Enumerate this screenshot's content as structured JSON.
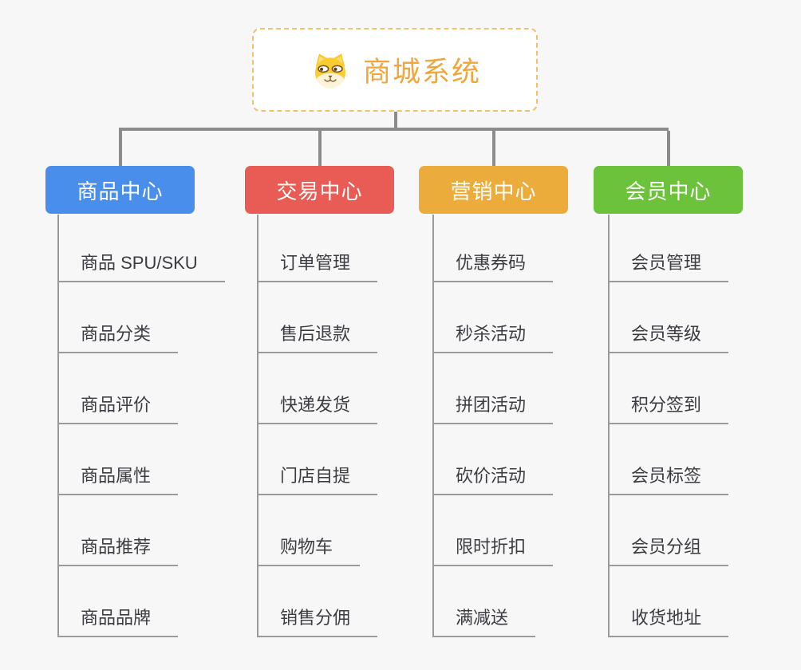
{
  "background_color": "#F7F7F7",
  "connector_color": "#8C8C8C",
  "leaf_line_color": "#9A9A9A",
  "leaf_text_color": "#3C3C43",
  "root": {
    "label": "商城系统",
    "icon": "dog-face-icon",
    "accent_color": "#F0A63C",
    "border_color": "#F3C06C"
  },
  "branches": [
    {
      "label": "商品中心",
      "color": "#4A8EEC",
      "items": [
        "商品 SPU/SKU",
        "商品分类",
        "商品评价",
        "商品属性",
        "商品推荐",
        "商品品牌"
      ]
    },
    {
      "label": "交易中心",
      "color": "#E95C55",
      "items": [
        "订单管理",
        "售后退款",
        "快递发货",
        "门店自提",
        "购物车",
        "销售分佣"
      ]
    },
    {
      "label": "营销中心",
      "color": "#EBAC3C",
      "items": [
        "优惠券码",
        "秒杀活动",
        "拼团活动",
        "砍价活动",
        "限时折扣",
        "满减送"
      ]
    },
    {
      "label": "会员中心",
      "color": "#6CC23A",
      "items": [
        "会员管理",
        "会员等级",
        "积分签到",
        "会员标签",
        "会员分组",
        "收货地址"
      ]
    }
  ]
}
